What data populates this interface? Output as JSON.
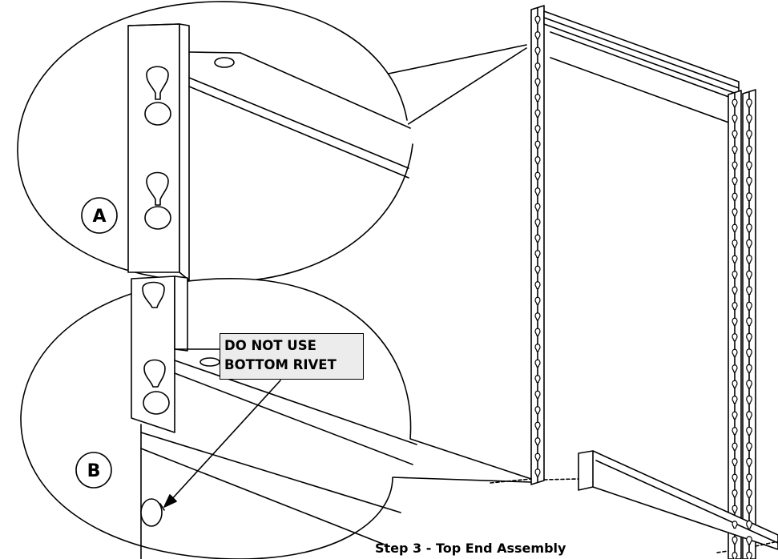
{
  "diagram": {
    "caption": "Step 3 - Top End Assembly",
    "callout_a_label": "A",
    "callout_b_label": "B",
    "warning_line_1": "DO NOT USE",
    "warning_line_2": "BOTTOM RIVET"
  },
  "colors": {
    "line": "#000000",
    "background": "#ffffff",
    "warning_box_fill": "#ececec"
  }
}
